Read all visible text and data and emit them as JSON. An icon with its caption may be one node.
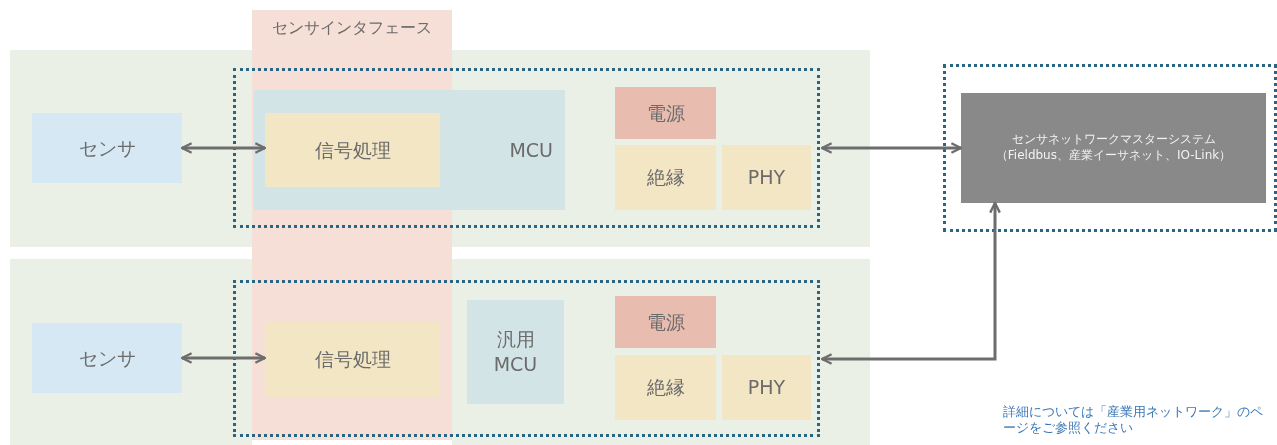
{
  "diagram": {
    "nodes": [
      {
        "text": [
          "センサインタフェース"
        ]
      },
      {
        "text": [],
        "shape": "box"
      },
      {
        "text": [
          "センサ"
        ],
        "in": 1
      },
      {
        "text": [],
        "shape": "box",
        "in": 1
      },
      {
        "text": [
          "MCU"
        ],
        "in": 3
      },
      {
        "text": [
          "信号処理"
        ],
        "in": 4
      },
      {
        "text": [
          "電源"
        ],
        "in": 3
      },
      {
        "text": [
          "絶縁"
        ],
        "in": 3
      },
      {
        "text": [
          "PHY"
        ],
        "in": 3
      },
      {
        "text": [],
        "shape": "box"
      },
      {
        "text": [
          "センサ"
        ],
        "in": 9
      },
      {
        "text": [],
        "shape": "box",
        "in": 9
      },
      {
        "text": [
          "信号処理"
        ],
        "in": 11
      },
      {
        "text": [
          "汎用 MCU"
        ],
        "in": 11
      },
      {
        "text": [
          "電源"
        ],
        "in": 11
      },
      {
        "text": [
          "絶縁"
        ],
        "in": 11
      },
      {
        "text": [
          "PHY"
        ],
        "in": 11
      },
      {
        "text": [],
        "shape": "box"
      },
      {
        "text": [
          "センサネットワークマスターシステム（Fieldbus、産業イーサネット、IO-Link）"
        ],
        "in": 17
      }
    ],
    "edges": [
      {
        "from": 2,
        "to": 5,
        "arrow": "both"
      },
      {
        "from": 3,
        "to": 18,
        "arrow": "both"
      },
      {
        "from": 10,
        "to": 12,
        "arrow": "both"
      },
      {
        "from": 11,
        "to": 18,
        "arrow": "both"
      }
    ],
    "labels": [
      "詳細については「産業用ネットワーク」のページをご参照ください"
    ]
  }
}
